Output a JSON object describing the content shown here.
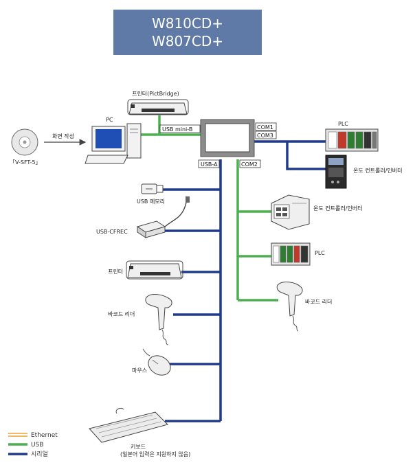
{
  "title": {
    "line1": "W810CD+",
    "line2": "W807CD+"
  },
  "ports": {
    "usb_mini_b": "USB mini-B",
    "usb_a": "USB-A",
    "com1": "COM1",
    "com2": "COM2",
    "com3": "COM3"
  },
  "devices": {
    "printer_pictbridge": "프린터(PictBridge)",
    "pc": "PC",
    "software": "「V-SFT-5」",
    "screen_create": "화면 작성",
    "plc_top": "PLC",
    "temp_ctrl_top": "온도 컨트롤러/인버터",
    "usb_memory": "USB 메모리",
    "usb_cfrec": "USB-CFREC",
    "printer": "프린터",
    "barcode_left": "바코드 리더",
    "mouse": "마우스",
    "keyboard": "키보드",
    "keyboard_note": "(일본어 입력은 지원하지 않음)",
    "temp_ctrl_mid": "온도 컨트롤러/인버터",
    "plc_mid": "PLC",
    "barcode_right": "바코드 리더"
  },
  "legend": {
    "ethernet": "Ethernet",
    "usb": "USB",
    "serial": "시리얼"
  },
  "colors": {
    "title_bg": "#5f7aa6",
    "usb": "#4caf50",
    "serial": "#1f3a8a",
    "ethernet": "#f0a030"
  }
}
